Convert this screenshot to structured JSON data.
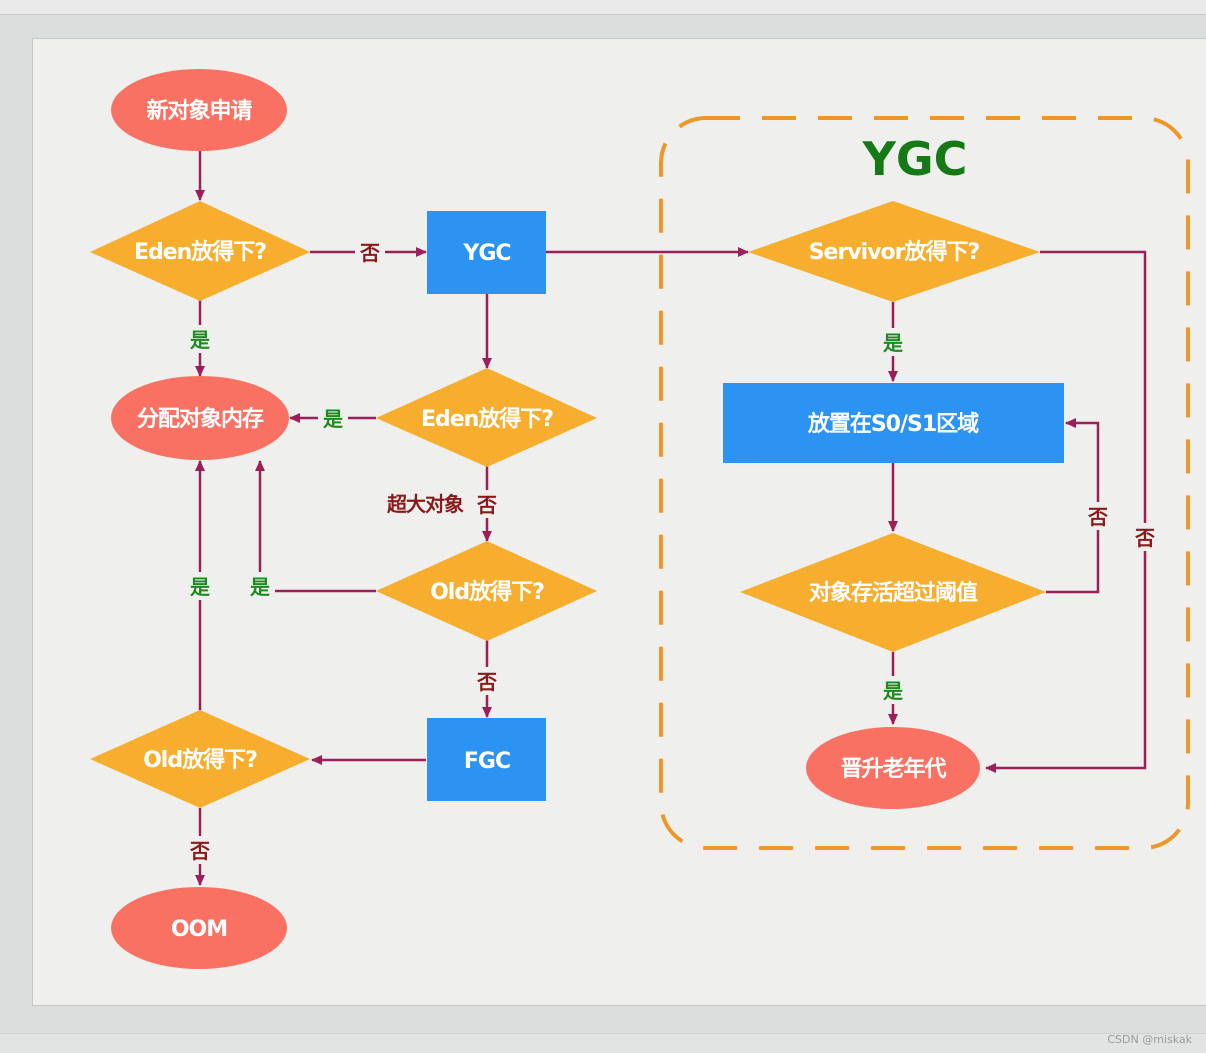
{
  "colors": {
    "ellipse": "#f97163",
    "diamond": "#f7ae2f",
    "box": "#2c93f2",
    "edge": "#9c1f5a",
    "yes": "#1f8a1f",
    "no": "#8b1a1a",
    "region_border": "#ef9628",
    "region_title": "#157a15"
  },
  "region": {
    "title": "YGC"
  },
  "nodes": {
    "new_object": "新对象申请",
    "eden_check_1": "Eden放得下?",
    "ygc": "YGC",
    "eden_check_2": "Eden放得下?",
    "allocate": "分配对象内存",
    "old_check_1": "Old放得下?",
    "fgc": "FGC",
    "old_check_2": "Old放得下?",
    "oom": "OOM",
    "survivor_check": "Servivor放得下?",
    "place_s0s1": "放置在S0/S1区域",
    "age_check": "对象存活超过阈值",
    "promote_old": "晋升老年代"
  },
  "labels": {
    "yes": "是",
    "no": "否",
    "large_object": "超大对象"
  },
  "watermark": "CSDN @miskak"
}
